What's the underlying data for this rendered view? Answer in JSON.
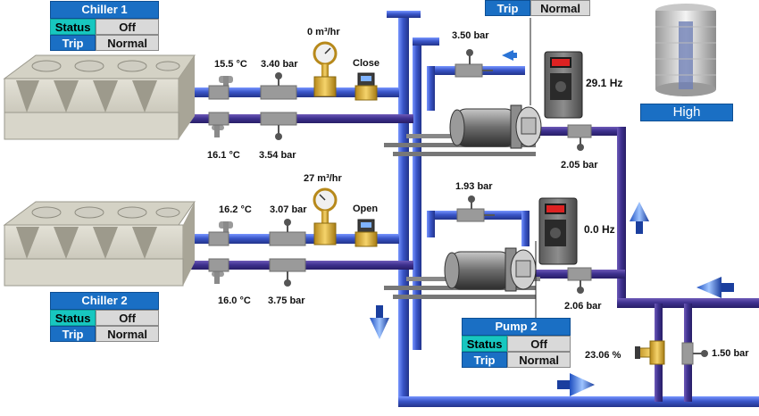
{
  "chiller1": {
    "title": "Chiller 1",
    "status_label": "Status",
    "status_value": "Off",
    "trip_label": "Trip",
    "trip_value": "Normal",
    "supply_temp": "15.5 °C",
    "supply_pressure": "3.40 bar",
    "flow": "0 m³/hr",
    "valve_state": "Close",
    "return_temp": "16.1 °C",
    "return_pressure": "3.54 bar"
  },
  "chiller2": {
    "title": "Chiller 2",
    "status_label": "Status",
    "status_value": "Off",
    "trip_label": "Trip",
    "trip_value": "Normal",
    "supply_temp": "16.2 °C",
    "supply_pressure": "3.07 bar",
    "flow": "27 m³/hr",
    "valve_state": "Open",
    "return_temp": "16.0 °C",
    "return_pressure": "3.75 bar"
  },
  "pump1": {
    "trip_label": "Trip",
    "trip_value": "Normal",
    "suction_pressure": "3.50 bar",
    "frequency": "29.1 Hz",
    "discharge_pressure": "2.05 bar"
  },
  "pump2": {
    "title": "Pump 2",
    "status_label": "Status",
    "status_value": "Off",
    "trip_label": "Trip",
    "trip_value": "Normal",
    "suction_pressure": "1.93 bar",
    "frequency": "0.0 Hz",
    "discharge_pressure": "2.06 bar"
  },
  "tank": {
    "level_label": "High"
  },
  "bypass": {
    "valve_opening": "23.06 %",
    "pressure": "1.50 bar"
  },
  "colors": {
    "pipe": "#3a56c9",
    "pipe_dark": "#2b3e9e",
    "pipe_light": "#6d8cf0",
    "panel_blue": "#1a6fc4",
    "panel_teal": "#17c7c0"
  }
}
